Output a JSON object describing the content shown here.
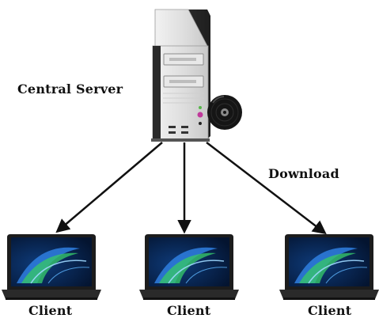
{
  "server": {
    "label": "Central Server"
  },
  "edge_label": "Download",
  "clients": [
    {
      "label": "Client"
    },
    {
      "label": "Client"
    },
    {
      "label": "Client"
    }
  ],
  "colors": {
    "arrow": "#111111",
    "server_body": "#e4e4e4",
    "server_side": "#2f2f2f",
    "screen_bg": "#07204a",
    "wave_blue": "#2f7fe0",
    "wave_green": "#36c46a",
    "laptop_frame": "#1c1c1c",
    "disc": "#151515"
  }
}
